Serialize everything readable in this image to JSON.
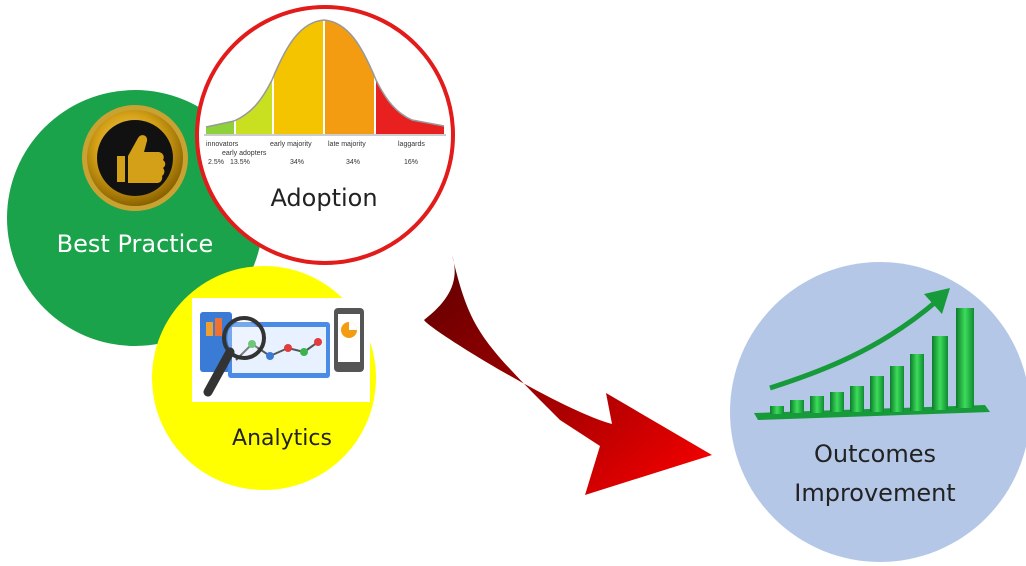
{
  "circles": {
    "best_practice": {
      "label": "Best Practice",
      "color": "#1aa34a"
    },
    "analytics": {
      "label": "Analytics",
      "color": "#ffff00"
    },
    "adoption": {
      "label": "Adoption",
      "ring_color": "#e21b1b",
      "curve_labels": {
        "innovators": "innovators",
        "early_adopters": "early adopters",
        "early_majority": "early majority",
        "late_majority": "late majority",
        "laggards": "laggards"
      },
      "curve_percents": [
        "2.5%",
        "13.5%",
        "34%",
        "34%",
        "16%"
      ]
    },
    "outcomes": {
      "label_line1": "Outcomes",
      "label_line2": "Improvement",
      "color": "#b4c7e7"
    }
  },
  "icons": {
    "best_practice": "thumbs-up-medal-icon",
    "analytics": "analytics-dashboard-magnifier-icon",
    "outcomes": "rising-bar-chart-arrow-icon",
    "flow": "curved-red-arrow"
  },
  "colors": {
    "arrow_dark": "#7a0000",
    "arrow_bright": "#e00000",
    "bars_green": "#22b14c",
    "curve_yellow": "#f5c400",
    "curve_orange": "#f39c12",
    "curve_red": "#e82020",
    "curve_lime": "#8fd13a"
  }
}
